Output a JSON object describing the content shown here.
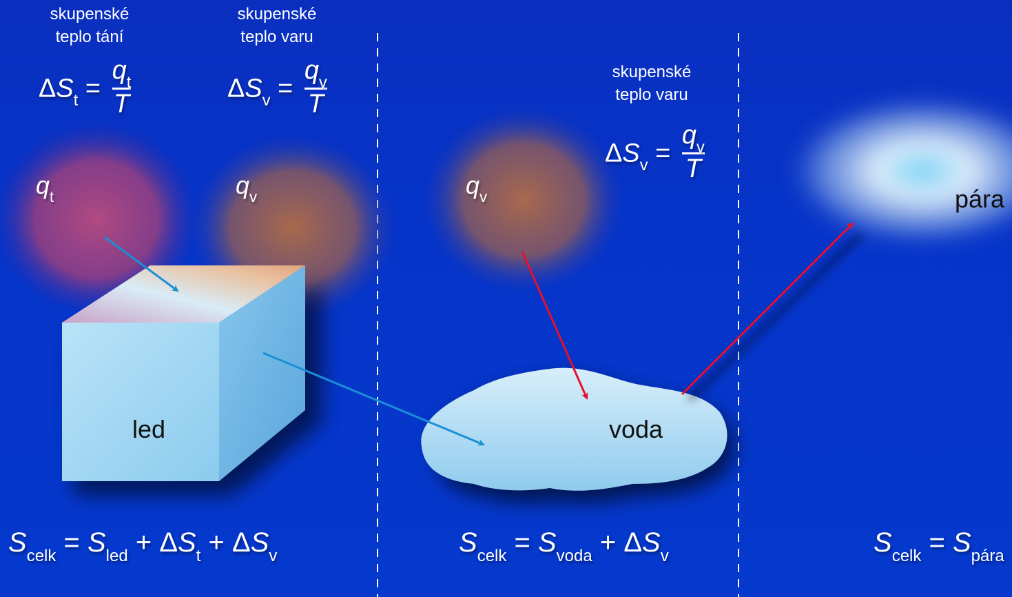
{
  "colors": {
    "background": "#0536c9",
    "arrow_blue": "#1a8fd6",
    "arrow_red": "#e6102a",
    "heat_pink": "#b0487e",
    "heat_brown": "#a8694a",
    "ice": "#a9d8f1"
  },
  "left": {
    "label_melt": [
      "skupenské",
      "teplo tání"
    ],
    "label_boil": [
      "skupenské",
      "teplo varu"
    ],
    "formula_melt": {
      "delta": "Δ",
      "S": "S",
      "sub": "t",
      "eq": "=",
      "num": "q",
      "num_sub": "t",
      "den": "T"
    },
    "formula_boil": {
      "delta": "Δ",
      "S": "S",
      "sub": "v",
      "eq": "=",
      "num": "q",
      "num_sub": "v",
      "den": "T"
    },
    "heat_melt": {
      "q": "q",
      "sub": "t"
    },
    "heat_boil": {
      "q": "q",
      "sub": "v"
    },
    "object_label": "led",
    "total": {
      "S": "S",
      "S_sub": "celk",
      "eq": "=",
      "S2": "S",
      "S2_sub": "led",
      "plus1": "+",
      "d1": "Δ",
      "S3": "S",
      "S3_sub": "t",
      "plus2": "+",
      "d2": "Δ",
      "S4": "S",
      "S4_sub": "v"
    }
  },
  "middle": {
    "label_boil": [
      "skupenské",
      "teplo varu"
    ],
    "formula_boil": {
      "delta": "Δ",
      "S": "S",
      "sub": "v",
      "eq": "=",
      "num": "q",
      "num_sub": "v",
      "den": "T"
    },
    "heat_boil": {
      "q": "q",
      "sub": "v"
    },
    "object_label": "voda",
    "total": {
      "S": "S",
      "S_sub": "celk",
      "eq": "=",
      "S2": "S",
      "S2_sub": "voda",
      "plus": "+",
      "d": "Δ",
      "S3": "S",
      "S3_sub": "v"
    }
  },
  "right": {
    "object_label": "pára",
    "total": {
      "S": "S",
      "S_sub": "celk",
      "eq": "=",
      "S2": "S",
      "S2_sub": "pára"
    }
  }
}
